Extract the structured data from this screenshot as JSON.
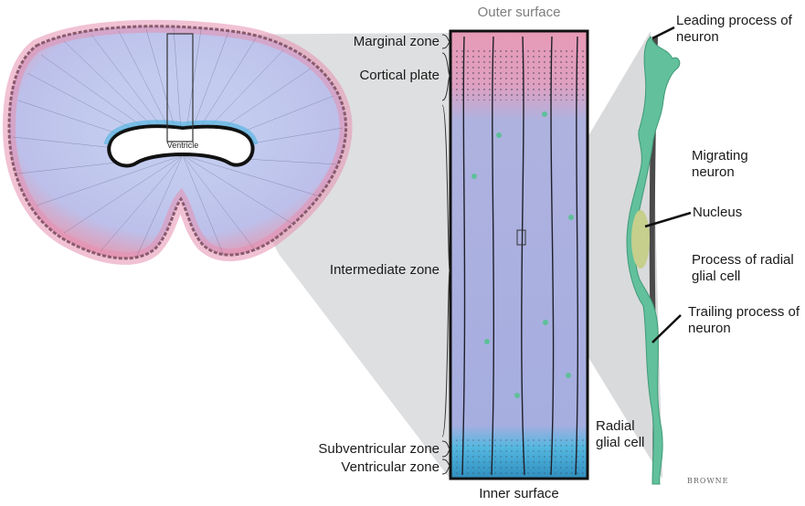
{
  "labels": {
    "outer_surface": "Outer surface",
    "inner_surface": "Inner surface",
    "marginal_zone": "Marginal zone",
    "cortical_plate": "Cortical plate",
    "intermediate_zone": "Intermediate zone",
    "subventricular_zone": "Subventricular zone",
    "ventricular_zone": "Ventricular zone",
    "ventricle": "Ventricle",
    "radial_glial_cell": "Radial glial cell",
    "leading_process": "Leading process of neuron",
    "migrating_neuron": "Migrating neuron",
    "nucleus": "Nucleus",
    "process_radial_glial": "Process of radial glial cell",
    "trailing_process": "Trailing process of neuron"
  },
  "signature": "BROWNE",
  "colors": {
    "tissue_blue": "#b9c3e8",
    "tissue_pink": "#e29bb5",
    "column_blue": "#a9b0de",
    "neuron_green": "#5fbf9a",
    "ventricular_cyan": "#45b4df",
    "zoom_grey": "#d5d6d8"
  }
}
